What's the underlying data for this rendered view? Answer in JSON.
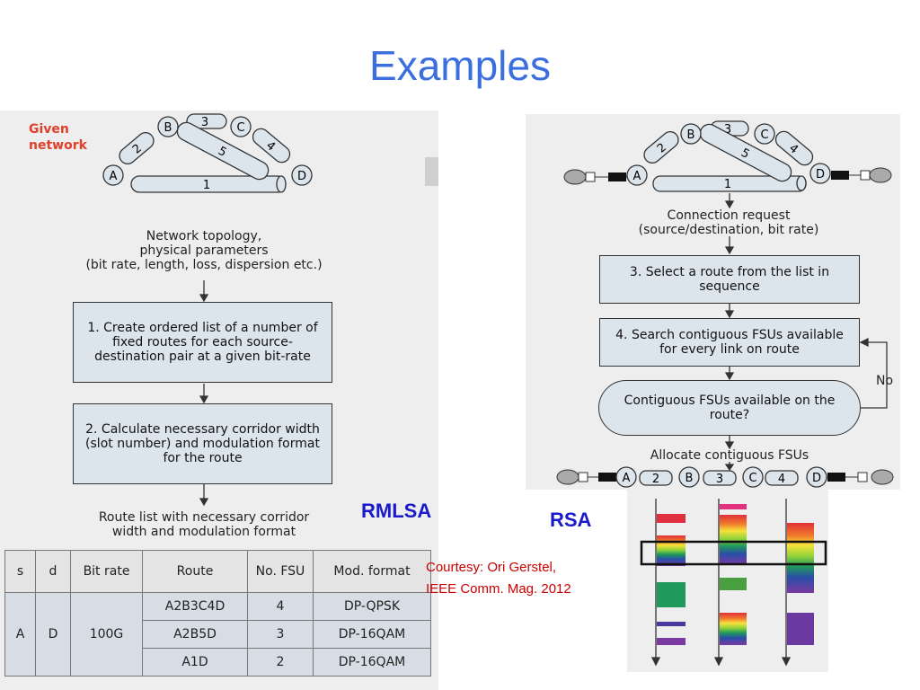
{
  "title": "Examples",
  "left_figure": {
    "given_line1": "Given",
    "given_line2": "network",
    "nodes": [
      "A",
      "B",
      "C",
      "D"
    ],
    "links": [
      "1",
      "2",
      "3",
      "4",
      "5"
    ],
    "topology_text": [
      "Network topology,",
      "physical parameters",
      "(bit rate, length, loss, dispersion etc.)"
    ],
    "step1": "1. Create ordered list of a number of fixed routes for each source-destination pair at a given bit-rate",
    "step2": "2. Calculate necessary corridor width (slot number) and modulation format for the route",
    "result_text": [
      "Route list with necessary corridor",
      "width and modulation format"
    ]
  },
  "table": {
    "headers": [
      "s",
      "d",
      "Bit rate",
      "Route",
      "No. FSU",
      "Mod. format"
    ],
    "s": "A",
    "d": "D",
    "bit_rate": "100G",
    "rows": [
      {
        "route": "A2B3C4D",
        "fsu": "4",
        "mod": "DP-QPSK"
      },
      {
        "route": "A2B5D",
        "fsu": "3",
        "mod": "DP-16QAM"
      },
      {
        "route": "A1D",
        "fsu": "2",
        "mod": "DP-16QAM"
      }
    ]
  },
  "labels": {
    "rmlsa": "RMLSA",
    "rsa": "RSA",
    "courtesy_line1": "Courtesy: Ori Gerstel,",
    "courtesy_line2": "IEEE Comm. Mag. 2012"
  },
  "right_figure": {
    "nodes": [
      "A",
      "B",
      "C",
      "D"
    ],
    "links": [
      "1",
      "2",
      "3",
      "4",
      "5"
    ],
    "request_text": [
      "Connection request",
      "(source/destination, bit rate)"
    ],
    "step3": "3. Select a route from the list in sequence",
    "step4": "4. Search contiguous FSUs available for every link on route",
    "decision": "Contiguous FSUs available on the route?",
    "no_label": "No",
    "allocate": "Allocate contiguous FSUs",
    "path_nodes": [
      "A",
      "B",
      "C",
      "D"
    ],
    "path_links": [
      "2",
      "3",
      "4"
    ]
  },
  "colors": {
    "title": "#3b6fe0",
    "given": "#e0402a",
    "tag": "#1a1acc",
    "courtesy": "#cc0000",
    "box_fill": "#dde5ec",
    "panel": "#eeeeee"
  }
}
